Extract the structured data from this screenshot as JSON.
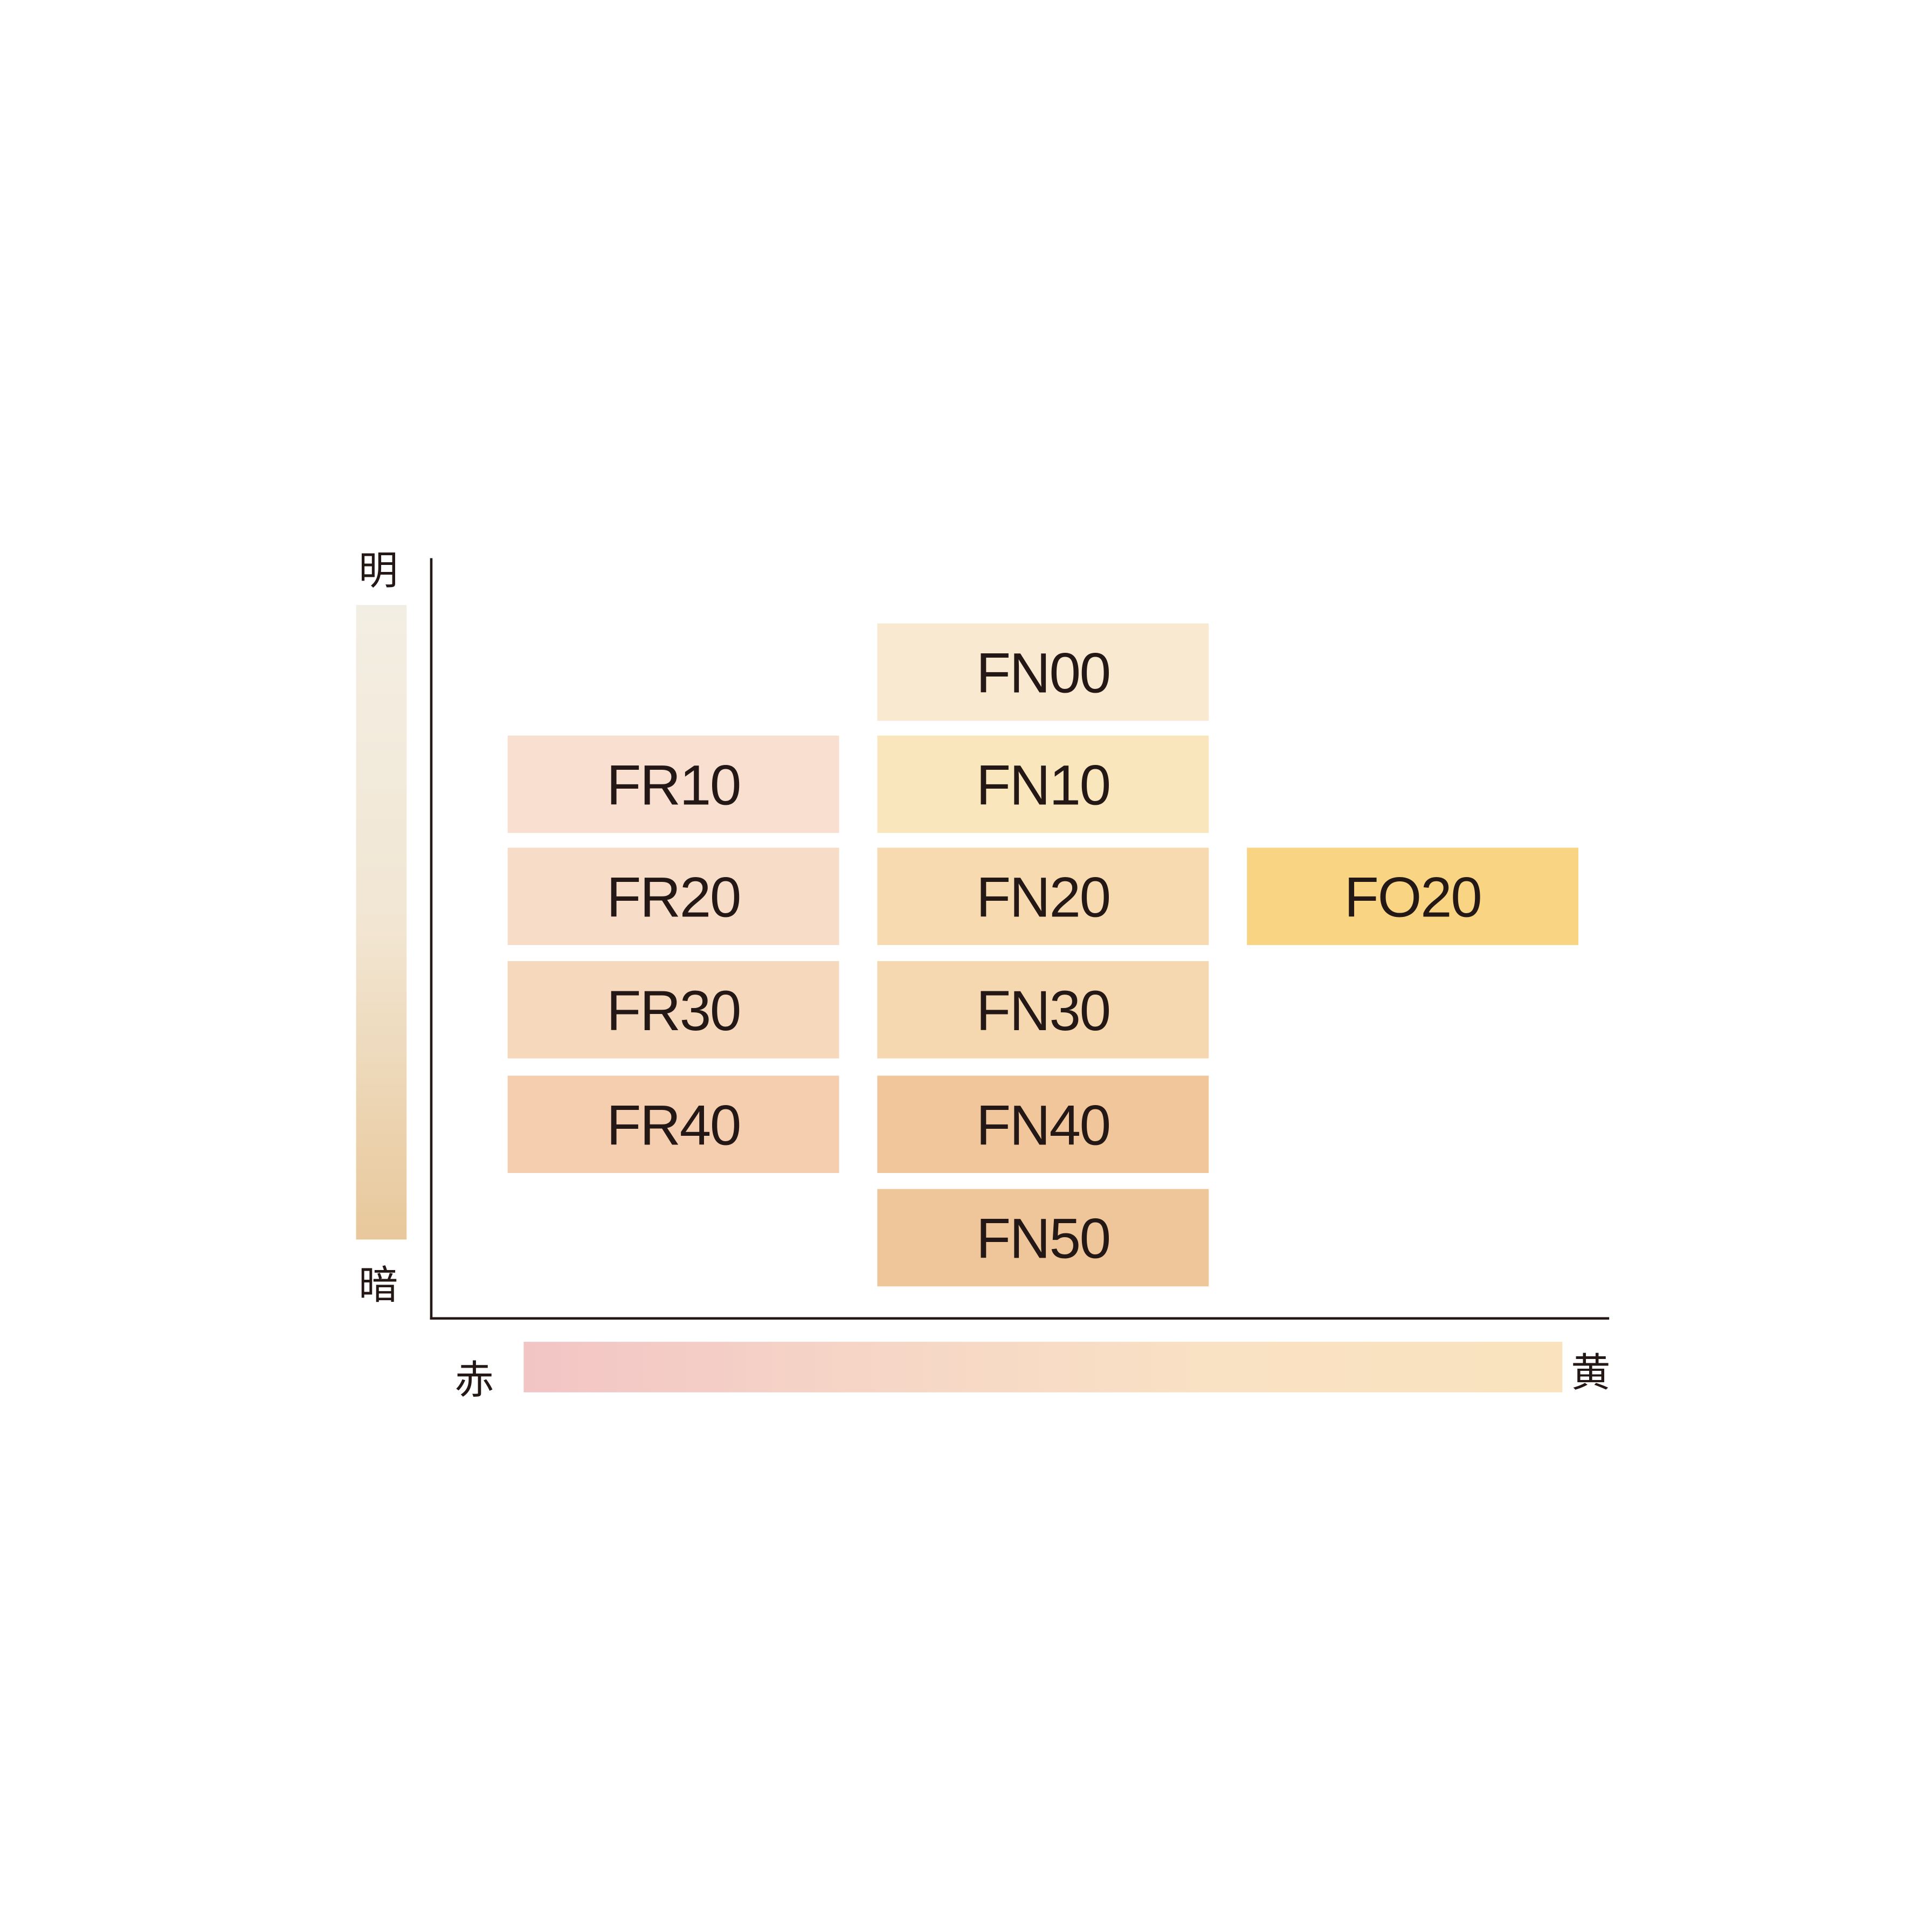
{
  "chart_data": {
    "type": "table",
    "title": "",
    "y_axis": {
      "top_label": "明",
      "bottom_label": "暗",
      "gradient": [
        "#f3eee3",
        "#e8c89b"
      ]
    },
    "x_axis": {
      "left_label": "赤",
      "right_label": "黄",
      "gradient": [
        "#f2c5c5",
        "#f9e2bd"
      ]
    },
    "columns": [
      "FR",
      "FN",
      "FO"
    ],
    "levels": [
      0,
      10,
      20,
      30,
      40,
      50
    ],
    "shades": [
      {
        "name": "FN00",
        "column": "FN",
        "level": 0,
        "color": "#f9e9d0"
      },
      {
        "name": "FR10",
        "column": "FR",
        "level": 10,
        "color": "#f8dfcf"
      },
      {
        "name": "FN10",
        "column": "FN",
        "level": 10,
        "color": "#fae6bd"
      },
      {
        "name": "FR20",
        "column": "FR",
        "level": 20,
        "color": "#f7dcc7"
      },
      {
        "name": "FN20",
        "column": "FN",
        "level": 20,
        "color": "#f7dab0"
      },
      {
        "name": "FO20",
        "column": "FO",
        "level": 20,
        "color": "#f9d483"
      },
      {
        "name": "FR30",
        "column": "FR",
        "level": 30,
        "color": "#f6d8bd"
      },
      {
        "name": "FN30",
        "column": "FN",
        "level": 30,
        "color": "#f6d8b0"
      },
      {
        "name": "FR40",
        "column": "FR",
        "level": 40,
        "color": "#f5cdaf"
      },
      {
        "name": "FN40",
        "column": "FN",
        "level": 40,
        "color": "#f0c69a"
      },
      {
        "name": "FN50",
        "column": "FN",
        "level": 50,
        "color": "#efc59a"
      }
    ]
  }
}
